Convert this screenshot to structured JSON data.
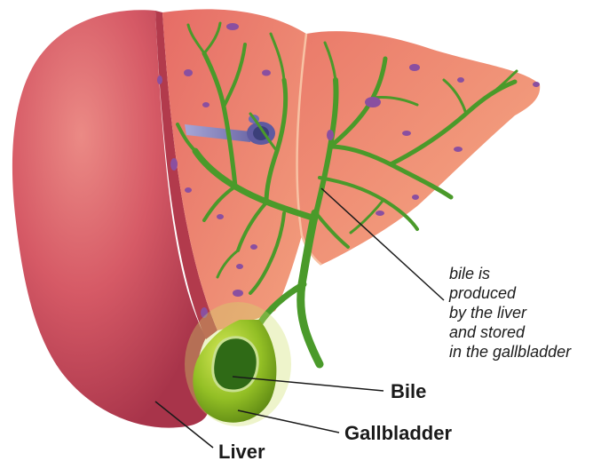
{
  "labels": {
    "bile": "Bile",
    "gallbladder": "Gallbladder",
    "liver": "Liver"
  },
  "callout": {
    "lines": [
      "bile is",
      "produced",
      "by the liver",
      "and stored",
      "in the gallbladder"
    ]
  },
  "colors": {
    "liver_outer": "#c9485a",
    "liver_cut": "#e8826e",
    "bile_duct": "#4a9a2a",
    "gallbladder": "#8ab824",
    "vessel": "#7a7ab8",
    "cell_dot": "#8a4fa0"
  }
}
